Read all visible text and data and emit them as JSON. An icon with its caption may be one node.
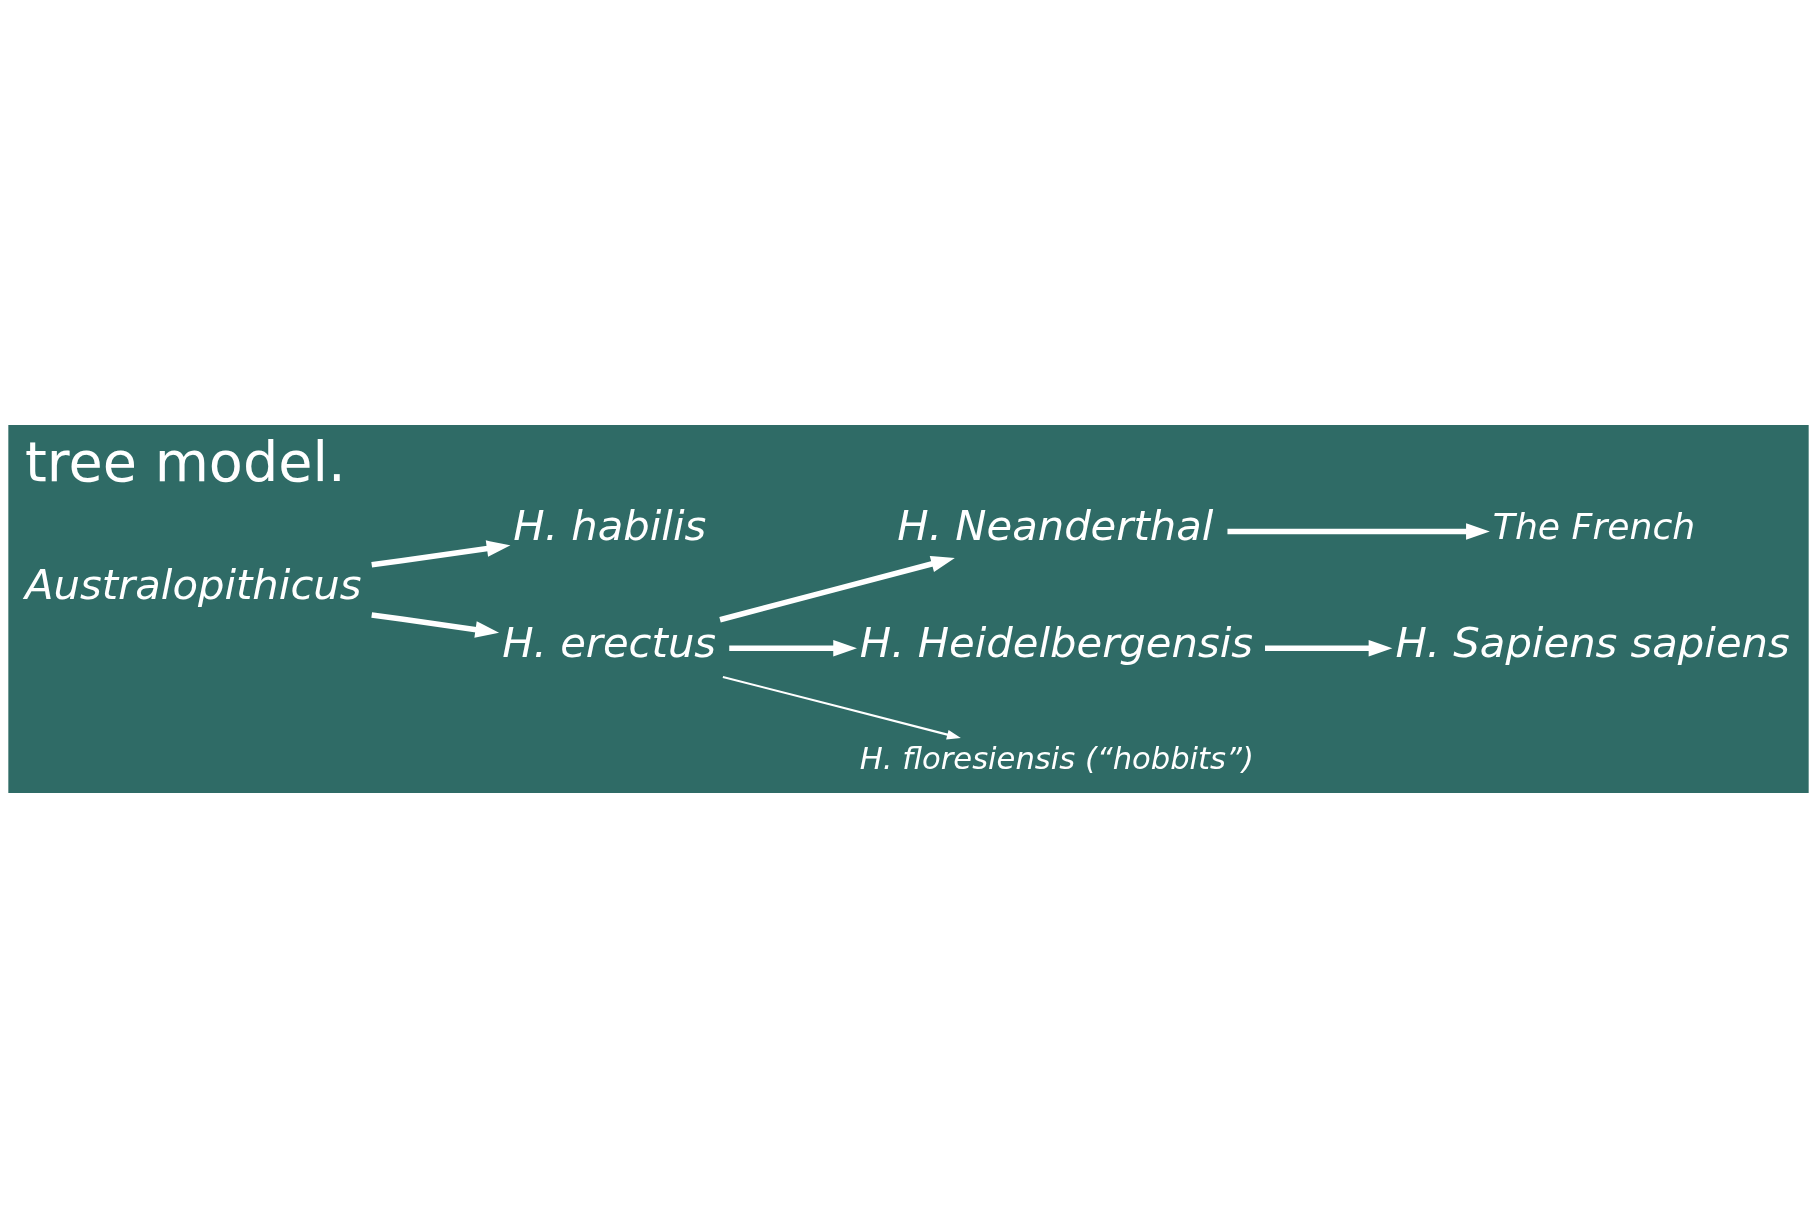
{
  "diagram": {
    "title": "tree model.",
    "nodes": [
      {
        "text": [
          "The French"
        ]
      },
      {
        "text": [
          "H. Sapiens sapiens"
        ]
      },
      {
        "text": [
          "H. Neanderthal"
        ]
      },
      {
        "text": [
          "H. habilis"
        ]
      },
      {
        "text": [
          "H. Heidelbergensis"
        ]
      },
      {
        "text": [
          "H. erectus"
        ]
      },
      {
        "text": [
          "Australopithicus"
        ]
      },
      {
        "text": [
          "H. floresiensis (“hobbits”)"
        ]
      }
    ],
    "edges": [
      {
        "from": 6,
        "to": 3,
        "arrow": "to"
      },
      {
        "from": 6,
        "to": 5,
        "arrow": "to"
      },
      {
        "from": 5,
        "to": 2,
        "arrow": "to"
      },
      {
        "from": 2,
        "to": 0,
        "arrow": "to"
      },
      {
        "from": 5,
        "to": 4,
        "arrow": "to"
      },
      {
        "from": 4,
        "to": 1,
        "arrow": "to"
      },
      {
        "from": 5,
        "to": 7,
        "arrow": "to"
      }
    ]
  }
}
